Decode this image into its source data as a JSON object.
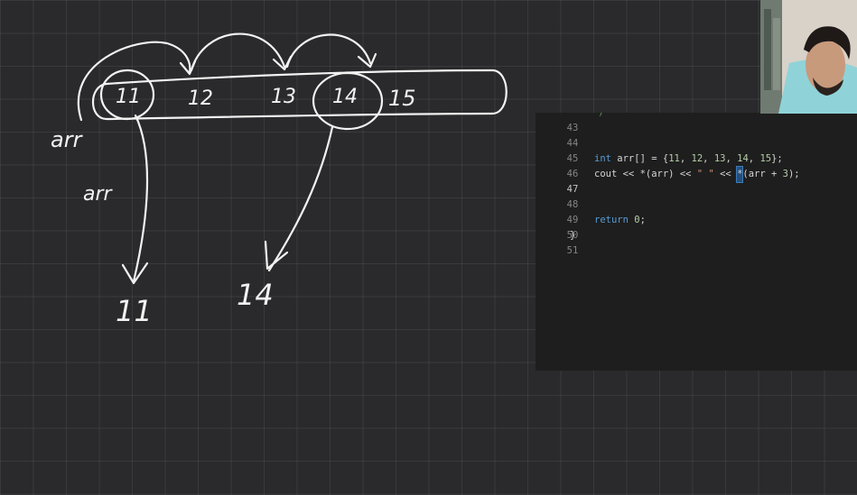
{
  "whiteboard": {
    "array_values": [
      "11",
      "12",
      "13",
      "14",
      "15"
    ],
    "label_arr_main": "arr",
    "label_arr_pointer": "arr",
    "result_first": "11",
    "result_second": "14"
  },
  "code_editor": {
    "partial_top_line": {
      "number": "43",
      "text": "*/"
    },
    "lines": [
      {
        "number": "44",
        "text": ""
      },
      {
        "number": "45",
        "text": ""
      },
      {
        "number": "46",
        "keyword": "int",
        "rest": " arr[] = {",
        "values": [
          "11",
          "12",
          "13",
          "14",
          "15"
        ],
        "end": "};"
      },
      {
        "number": "47",
        "text_a": "cout << *(arr) << ",
        "string": "\" \"",
        "text_b": " << ",
        "cursor_char": "*",
        "text_c": "(arr + ",
        "num": "3",
        "text_d": ");"
      },
      {
        "number": "48",
        "text": ""
      },
      {
        "number": "49",
        "text": ""
      },
      {
        "number": "50",
        "keyword": "return",
        "num": "0",
        "end": ";"
      },
      {
        "number": "51",
        "text": "}"
      }
    ]
  },
  "colors": {
    "board_bg": "#2a2a2c",
    "ink": "#f2f2f2",
    "editor_bg": "#1e1e1e",
    "keyword": "#569cd6",
    "number": "#b5cea8",
    "string": "#ce9178"
  }
}
